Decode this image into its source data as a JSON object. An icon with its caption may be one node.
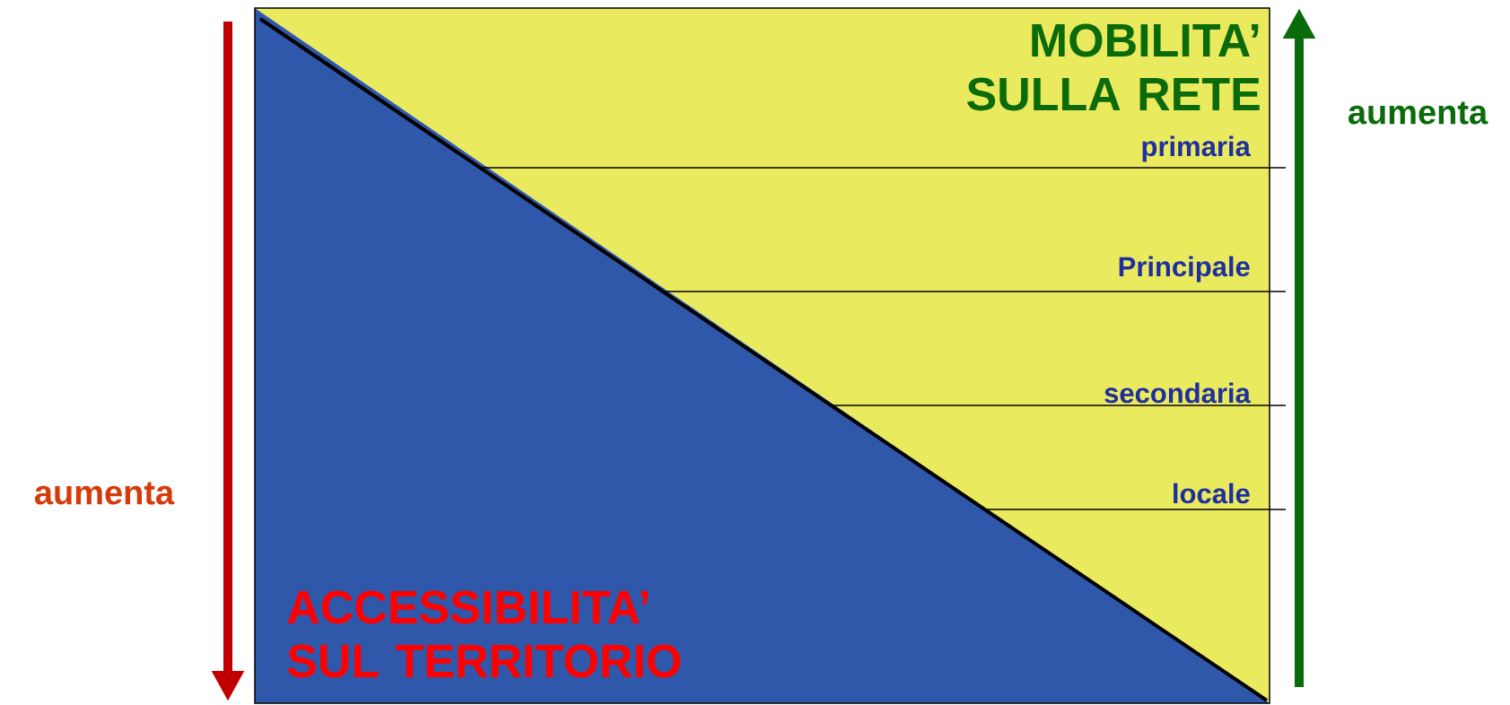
{
  "diagram": {
    "nodes": [
      {
        "text": [
          "MOBILITA’ SULLA RETE"
        ]
      },
      {
        "text": [
          "ACCESSIBILITA’ SUL TERRITORIO"
        ]
      }
    ],
    "labels": [
      "primaria",
      "Principale",
      "secondaria",
      "locale",
      "aumenta",
      "aumenta"
    ]
  }
}
